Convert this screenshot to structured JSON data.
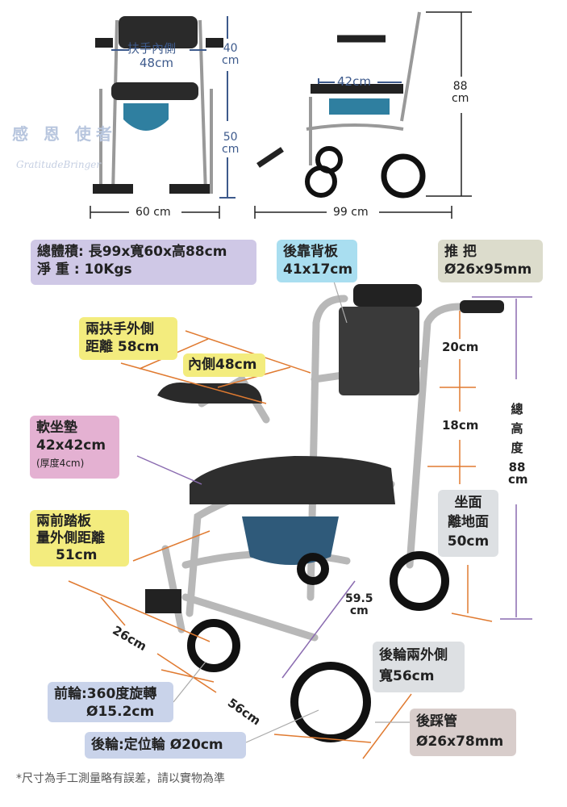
{
  "top_front": {
    "armrest_inner_label": "扶手內側",
    "armrest_inner_value": "48cm",
    "backrest_height": "40",
    "backrest_height_unit": "cm",
    "seat_height": "50",
    "seat_height_unit": "cm",
    "width": "60 cm",
    "watermark": "感 恩 使者",
    "watermark_script": "GratitudeBringer"
  },
  "top_side": {
    "seat_depth": "42cm",
    "height": "88",
    "height_unit": "cm",
    "length": "99 cm"
  },
  "labels": {
    "overall_line1": "總體積: 長99x寬60x高88cm",
    "overall_line2": "淨  重 : 10Kgs",
    "backrest_title": "後靠背板",
    "backrest_value": "41x17cm",
    "push_handle_title": "推 把",
    "push_handle_value": "Ø26x95mm",
    "armrest_outer_line1": "兩扶手外側",
    "armrest_outer_line2": "距離 58cm",
    "armrest_inner": "內側48cm",
    "cushion_title": "軟坐墊",
    "cushion_value": "42x42cm",
    "cushion_thickness": "(厚度4cm)",
    "footrest_line1": "兩前踏板",
    "footrest_line2": "量外側距離",
    "footrest_line3": "51cm",
    "seat_floor_line1": "坐面",
    "seat_floor_line2": "離地面",
    "seat_floor_line3": "50cm",
    "rear_width_line1": "後輪兩外側",
    "rear_width_line2": "寬56cm",
    "front_wheel_line1": "前輪:360度旋轉",
    "front_wheel_line2": "Ø15.2cm",
    "rear_wheel": "後輪:定位輪 Ø20cm",
    "rear_pedal_title": "後踩管",
    "rear_pedal_value": "Ø26x78mm"
  },
  "dimensions": {
    "handle_to_arm": "20cm",
    "arm_to_seat": "18cm",
    "total_height_chars": [
      "總",
      "高",
      "度"
    ],
    "total_height_value": "88",
    "total_height_unit": "cm",
    "diag_value": "59.5",
    "diag_unit": "cm",
    "front_depth": "26cm",
    "wheelbase": "56cm"
  },
  "footnote": "*尺寸為手工測量略有誤差，請以實物為準",
  "colors": {
    "lavender": "#cfc8e6",
    "sky": "#a9def0",
    "beige": "#dcdccc",
    "yellow": "#f3ec7e",
    "pink": "#e4b1d2",
    "grey": "#dde0e3",
    "periwinkle": "#c9d3ea",
    "rose_grey": "#d8cdcb",
    "arrow_orange": "#e07a30",
    "arrow_purple": "#8a6bb0"
  }
}
